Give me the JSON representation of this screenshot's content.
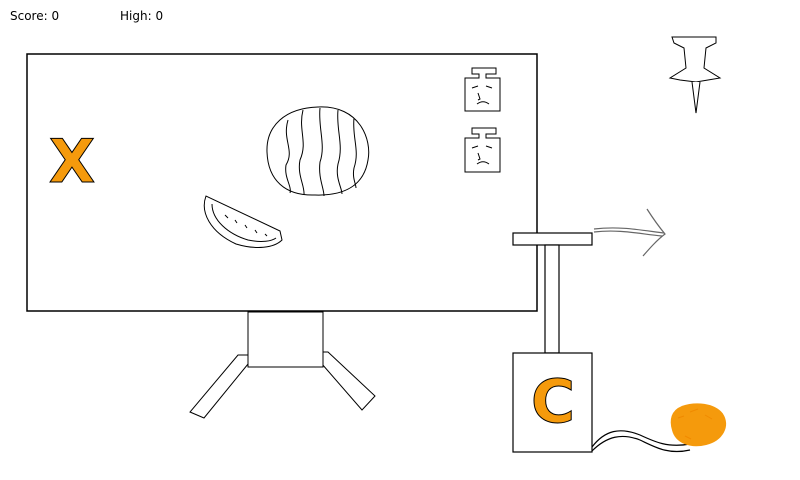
{
  "hud": {
    "score_label": "Score:",
    "score_value": "0",
    "high_label": "High:",
    "high_value": "0"
  },
  "letters": {
    "monitor_letter": "X",
    "pump_letter": "C"
  },
  "colors": {
    "accent": "#f59a0c",
    "ink": "#000000",
    "background": "#ffffff",
    "arrow": "#666666"
  },
  "icons": {
    "target": "watermelon-icon",
    "slice": "watermelon-slice-icon",
    "faces": [
      "sad-face-plunger-icon",
      "sad-face-plunger-icon"
    ],
    "pin": "pushpin-icon",
    "arrow": "arrow-right-icon",
    "blob": "orange-blob-icon",
    "pump": "plunger-pump-icon"
  }
}
